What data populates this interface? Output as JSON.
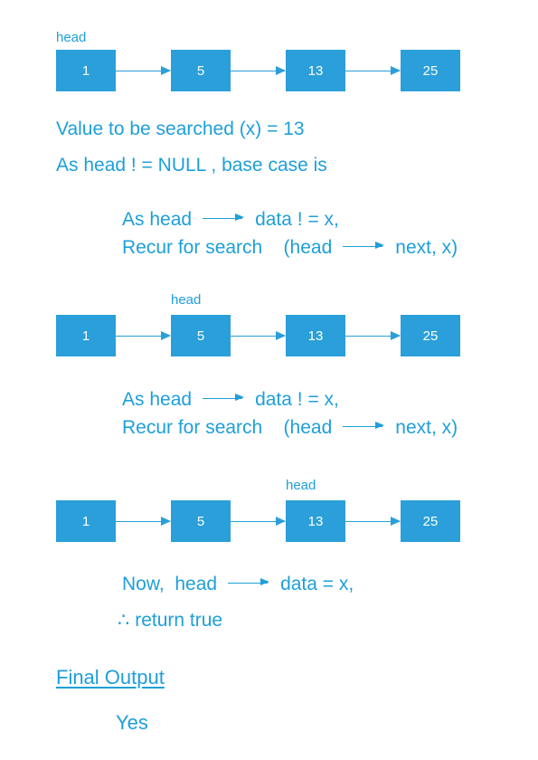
{
  "colors": {
    "accent": "#2a9fd9",
    "text": "#1e9fd9",
    "node_text": "#ffffff"
  },
  "lists": [
    {
      "head_label": "head",
      "head_index": 0,
      "nodes": [
        "1",
        "5",
        "13",
        "25"
      ]
    },
    {
      "head_label": "head",
      "head_index": 1,
      "nodes": [
        "1",
        "5",
        "13",
        "25"
      ]
    },
    {
      "head_label": "head",
      "head_index": 2,
      "nodes": [
        "1",
        "5",
        "13",
        "25"
      ]
    }
  ],
  "intro": {
    "search_value": "Value to be searched (x) = 13",
    "base_case": "As head ! = NULL ,  base case is"
  },
  "step1": {
    "line1_a": "As head",
    "line1_b": "data ! = x,",
    "line2_a": "Recur for search    (head",
    "line2_b": "next, x)"
  },
  "step2": {
    "line1_a": "As head",
    "line1_b": "data ! = x,",
    "line2_a": "Recur for search    (head",
    "line2_b": "next, x)"
  },
  "step3": {
    "line1_a": "Now,  head",
    "line1_b": "data = x,",
    "line2": "∴  return true"
  },
  "final": {
    "title": "Final Output",
    "result": "Yes"
  }
}
